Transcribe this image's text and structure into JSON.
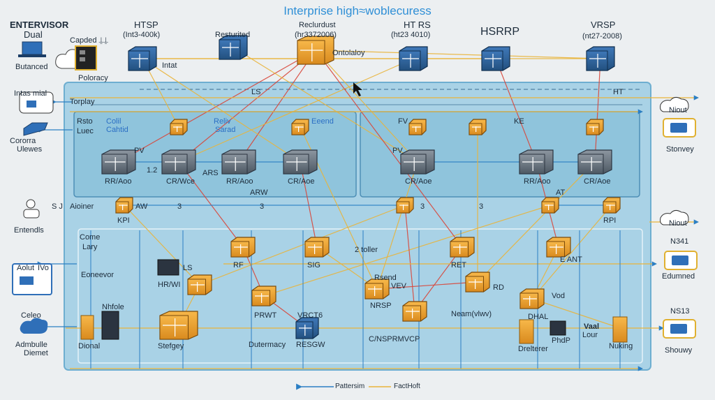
{
  "title": "Interprise high≈woblecuress",
  "legend": {
    "item1": "Pattersim",
    "item2": "FactHoft"
  },
  "labels": {
    "top_left_title": "ENTERVISOR",
    "top_left_sub": "Dual",
    "top_left_bottom": "Butanced",
    "capdel": "Capded ⍊⍊",
    "polaracy": "Poloracy",
    "intat": "Intat",
    "htsp": "HTSP",
    "htsp_sub": "(Int3-400k)",
    "resturited": "Resturited",
    "reclurdust": "Reclurdust",
    "reclurdust_sub": "(hr3372006)",
    "htrs": "HT RS",
    "htrs_sub": "(ht23 4010)",
    "hsrrp": "HSRRP",
    "vrsp": "VRSP",
    "vrsp_sub": "(nt27-2008)",
    "ontolaloy": "Ontolaloy",
    "intas_miat": "Intas mial",
    "torplay": "Torplay",
    "rsto": "Rsto",
    "luec": "Luec",
    "colil": "Colil",
    "cahtid": "Cahtid",
    "reliv": "Reliv",
    "sarad": "Sarad",
    "eeend": "Eeend",
    "corora": "Cororra",
    "corora_sub": "Ulewes",
    "rrac1": "RR/Aoo",
    "crwce": "CR/Wce",
    "rrac2": "RR/Aoo",
    "crae1": "CR/Aoe",
    "crae2": "CR/Aoe",
    "rrac3": "RR/Aoo",
    "crae3": "CR/Aoe",
    "ars": "ARS",
    "arw": "ARW",
    "aw": "AW",
    "kpi": "KPI",
    "rpi": "RPI",
    "aioiner": "Aioiner",
    "entendls": "Entendls",
    "s3a": "3",
    "s3b": "3",
    "s3c": "3",
    "s3d": "3",
    "come": "Come",
    "lary": "Lary",
    "eoneevor": "Eoneevor",
    "aolut": "Aolut",
    "aolut_sub": "IVo",
    "hrwi": "HR/WI",
    "ls": "LS",
    "rf": "RF",
    "sig": "SIG",
    "toller": "2 toller",
    "ret": "RET",
    "eant": "E ANT",
    "rsend": "Rsend",
    "vev": "VEV",
    "nrsp": "NRSP",
    "prwt": "PRWT",
    "vrct": "VRCT6",
    "resgw": "RESGW",
    "cnsp": "C/NSPRMVCP",
    "neam": "Neam(vlwv)",
    "dhal": "DHAL",
    "vod": "Vod",
    "celeo": "Celeo",
    "admbule": "Admbulle",
    "diemet": "Diemet",
    "nhfoe": "Nhfole",
    "dional": "Dional",
    "stefgey": "Stefgey",
    "dutermacy": "Dutermacy",
    "phdp": "PhdP",
    "drelterer": "Drelterer",
    "vaal": "Vaal",
    "lour": "Lour",
    "nuking": "Nuking",
    "niout1": "Niout",
    "niout2": "Niout",
    "stonvey": "Stonvey",
    "n3a1": "N341",
    "edumed": "Edumned",
    "ns13": "NS13",
    "shouwy": "Shouwy",
    "sj": "S J",
    "pv1": "PV",
    "pv2": "PV",
    "at": "AT",
    "ht": "HT",
    "ke": "KE",
    "fv": "FV",
    "rd": "RD",
    "l2": "1.2",
    "ls2": "LS"
  }
}
